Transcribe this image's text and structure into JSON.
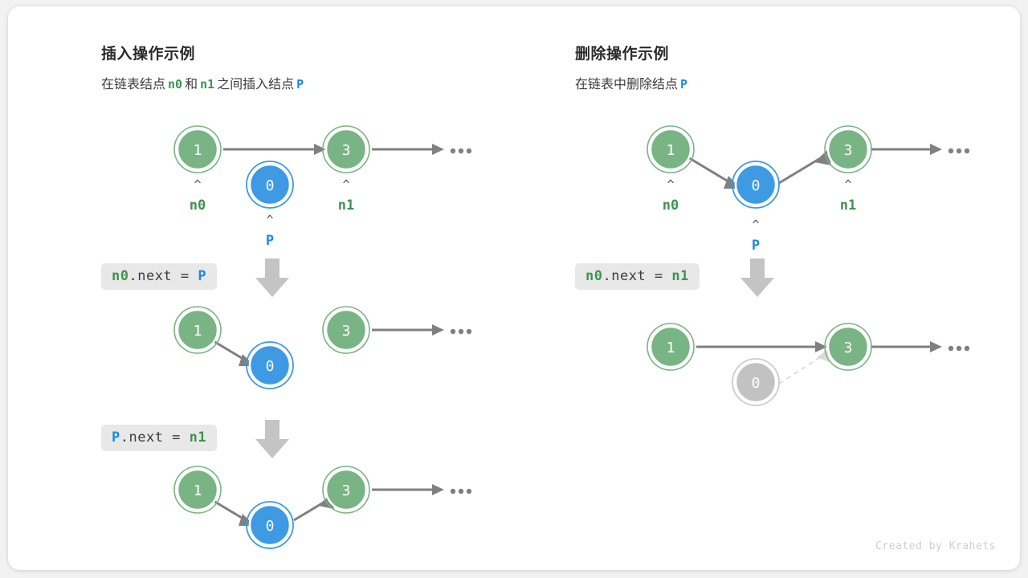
{
  "colors": {
    "node_green_fill": "#79b484",
    "node_green_ring": "#79b484",
    "node_blue_fill": "#3d9ae3",
    "node_blue_ring": "#3d9ae3",
    "node_gray_fill": "#c2c2c2",
    "node_gray_ring": "#cccccc",
    "arrow_gray": "#808080",
    "arrow_faded": "#dcdcdc",
    "label_green": "#3f9351",
    "label_blue": "#1b8ae0",
    "code_bg": "#e8e8e8",
    "card_bg": "#ffffff",
    "page_bg": "#f2f2f2"
  },
  "panels": [
    {
      "id": "insert",
      "title": "插入操作示例",
      "subtitle": {
        "parts": [
          {
            "text": "在链表结点",
            "kind": "text"
          },
          {
            "text": "n0",
            "kind": "code",
            "color": "green"
          },
          {
            "text": "和",
            "kind": "text"
          },
          {
            "text": "n1",
            "kind": "code",
            "color": "green"
          },
          {
            "text": "之间插入结点",
            "kind": "text"
          },
          {
            "text": "P",
            "kind": "code",
            "color": "blue"
          }
        ]
      },
      "steps": [
        {
          "id": "insert-step-1",
          "nodes": [
            {
              "value": "1",
              "style": "green",
              "pointer": "n0",
              "pointer_color": "green"
            },
            {
              "value": "0",
              "style": "blue",
              "pointer": "P",
              "pointer_color": "blue"
            },
            {
              "value": "3",
              "style": "green",
              "pointer": "n1",
              "pointer_color": "green"
            }
          ],
          "ellipsis": "..."
        },
        {
          "id": "insert-step-2",
          "code": {
            "tokens": [
              {
                "text": "n0",
                "color": "green"
              },
              {
                "text": ".next = ",
                "color": "dark"
              },
              {
                "text": "P",
                "color": "blue"
              }
            ]
          },
          "nodes": [
            {
              "value": "1",
              "style": "green"
            },
            {
              "value": "0",
              "style": "blue"
            },
            {
              "value": "3",
              "style": "green"
            }
          ],
          "ellipsis": "..."
        },
        {
          "id": "insert-step-3",
          "code": {
            "tokens": [
              {
                "text": "P",
                "color": "blue"
              },
              {
                "text": ".next = ",
                "color": "dark"
              },
              {
                "text": "n1",
                "color": "green"
              }
            ]
          },
          "nodes": [
            {
              "value": "1",
              "style": "green"
            },
            {
              "value": "0",
              "style": "blue"
            },
            {
              "value": "3",
              "style": "green"
            }
          ],
          "ellipsis": "..."
        }
      ]
    },
    {
      "id": "delete",
      "title": "删除操作示例",
      "subtitle": {
        "parts": [
          {
            "text": "在链表中删除结点",
            "kind": "text"
          },
          {
            "text": "P",
            "kind": "code",
            "color": "blue"
          }
        ]
      },
      "steps": [
        {
          "id": "delete-step-1",
          "nodes": [
            {
              "value": "1",
              "style": "green",
              "pointer": "n0",
              "pointer_color": "green"
            },
            {
              "value": "0",
              "style": "blue",
              "pointer": "P",
              "pointer_color": "blue"
            },
            {
              "value": "3",
              "style": "green",
              "pointer": "n1",
              "pointer_color": "green"
            }
          ],
          "ellipsis": "..."
        },
        {
          "id": "delete-step-2",
          "code": {
            "tokens": [
              {
                "text": "n0",
                "color": "green"
              },
              {
                "text": ".next = ",
                "color": "dark"
              },
              {
                "text": "n1",
                "color": "green"
              }
            ]
          },
          "nodes": [
            {
              "value": "1",
              "style": "green"
            },
            {
              "value": "0",
              "style": "gray"
            },
            {
              "value": "3",
              "style": "green"
            }
          ],
          "ellipsis": "..."
        }
      ]
    }
  ],
  "credit": "Created by Krahets"
}
